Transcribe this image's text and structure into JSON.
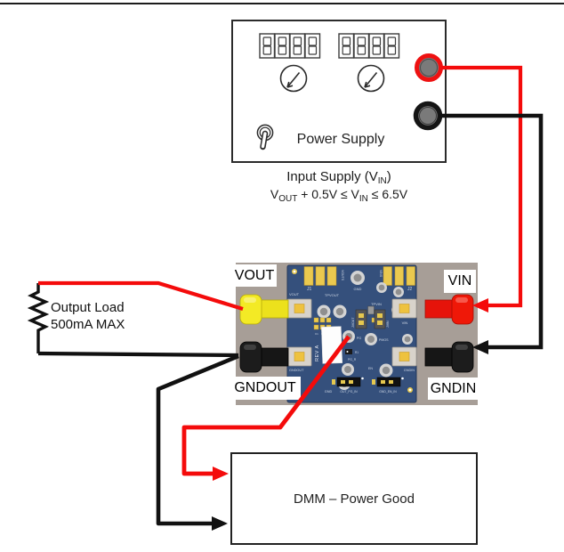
{
  "power_supply": {
    "name": "Power Supply"
  },
  "input_supply": {
    "line1_pre": "Input Supply (V",
    "line1_sub": "IN",
    "line1_post": ")",
    "line2_seg1": "V",
    "line2_sub1": "OUT",
    "line2_seg2": " + 0.5V ≤  V",
    "line2_sub2": "IN",
    "line2_seg3": " ≤   6.5V"
  },
  "eval_board": {
    "connector_labels": {
      "vout": "VOUT",
      "vin": "VIN",
      "gndout": "GNDOUT",
      "gndin": "GNDIN"
    },
    "silkscreen": {
      "j1": "J1",
      "j2": "J2",
      "vouts": "VOUTS",
      "vins": "VINS",
      "gnd_top": "GND",
      "tpvout": "TPVOUT",
      "tpvin": "TPVIN",
      "vout": "VOUT",
      "vin": "VIN",
      "jvout": "JVOUT",
      "jvin": "JVIN",
      "c1": "C1",
      "c2": "C2",
      "c3": "C3",
      "c4": "C4",
      "rev": "REV A",
      "pg": "PG",
      "pmos": "PMOS",
      "r1": "R1",
      "pg_r": "PG_R",
      "en": "EN",
      "gnd_bottom": "GND",
      "gndout": "GNDOUT",
      "gndin": "GNDIN",
      "out_pg_in": "OUT_PG_IN",
      "gnd_en_in": "GND_EN_IN"
    }
  },
  "output_load": {
    "line1": "Output Load",
    "line2": "500mA MAX"
  },
  "dmm": {
    "label": "DMM – Power Good"
  },
  "colors": {
    "wire_red": "#f40b0b",
    "wire_black": "#111111",
    "pcb_blue": "#35507c",
    "pad_gold": "#eac94f",
    "photo_background": "#a79e97",
    "plug_yellow": "#f0e41e",
    "plug_red": "#e8130b",
    "terminal_red": "#ee1111",
    "terminal_black": "#151515"
  }
}
